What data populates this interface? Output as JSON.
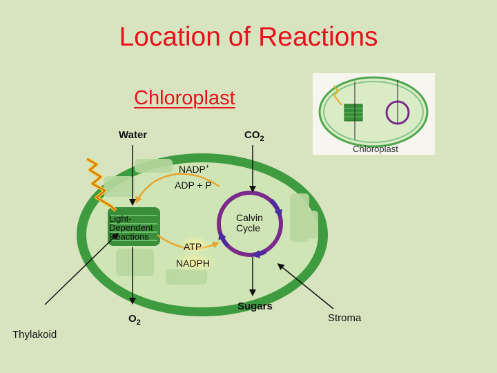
{
  "title": "Location of Reactions",
  "subtitle": "Chloroplast",
  "inset": {
    "label": "Chloroplast"
  },
  "labels": {
    "water": "Water",
    "co2": "CO",
    "co2_sub": "2",
    "nadp": "NADP",
    "nadp_sup": "+",
    "adp": "ADP + P",
    "light_dependent": [
      "Light-",
      "Dependent",
      "Reactions"
    ],
    "calvin": [
      "Calvin",
      "Cycle"
    ],
    "atp": "ATP",
    "nadph": "NADPH",
    "o2": "O",
    "o2_sub": "2",
    "sugars": "Sugars",
    "stroma": "Stroma",
    "thylakoid": "Thylakoid"
  },
  "colors": {
    "background": "#d8e4c0",
    "title": "#e8101c",
    "chloroplast_outer": "#3f9b3f",
    "chloroplast_inner": "#cfe5b5",
    "calvin_cycle": "#7a2a8c",
    "energy_arrow": "#e6a531",
    "sunlight": "#f0c020"
  }
}
